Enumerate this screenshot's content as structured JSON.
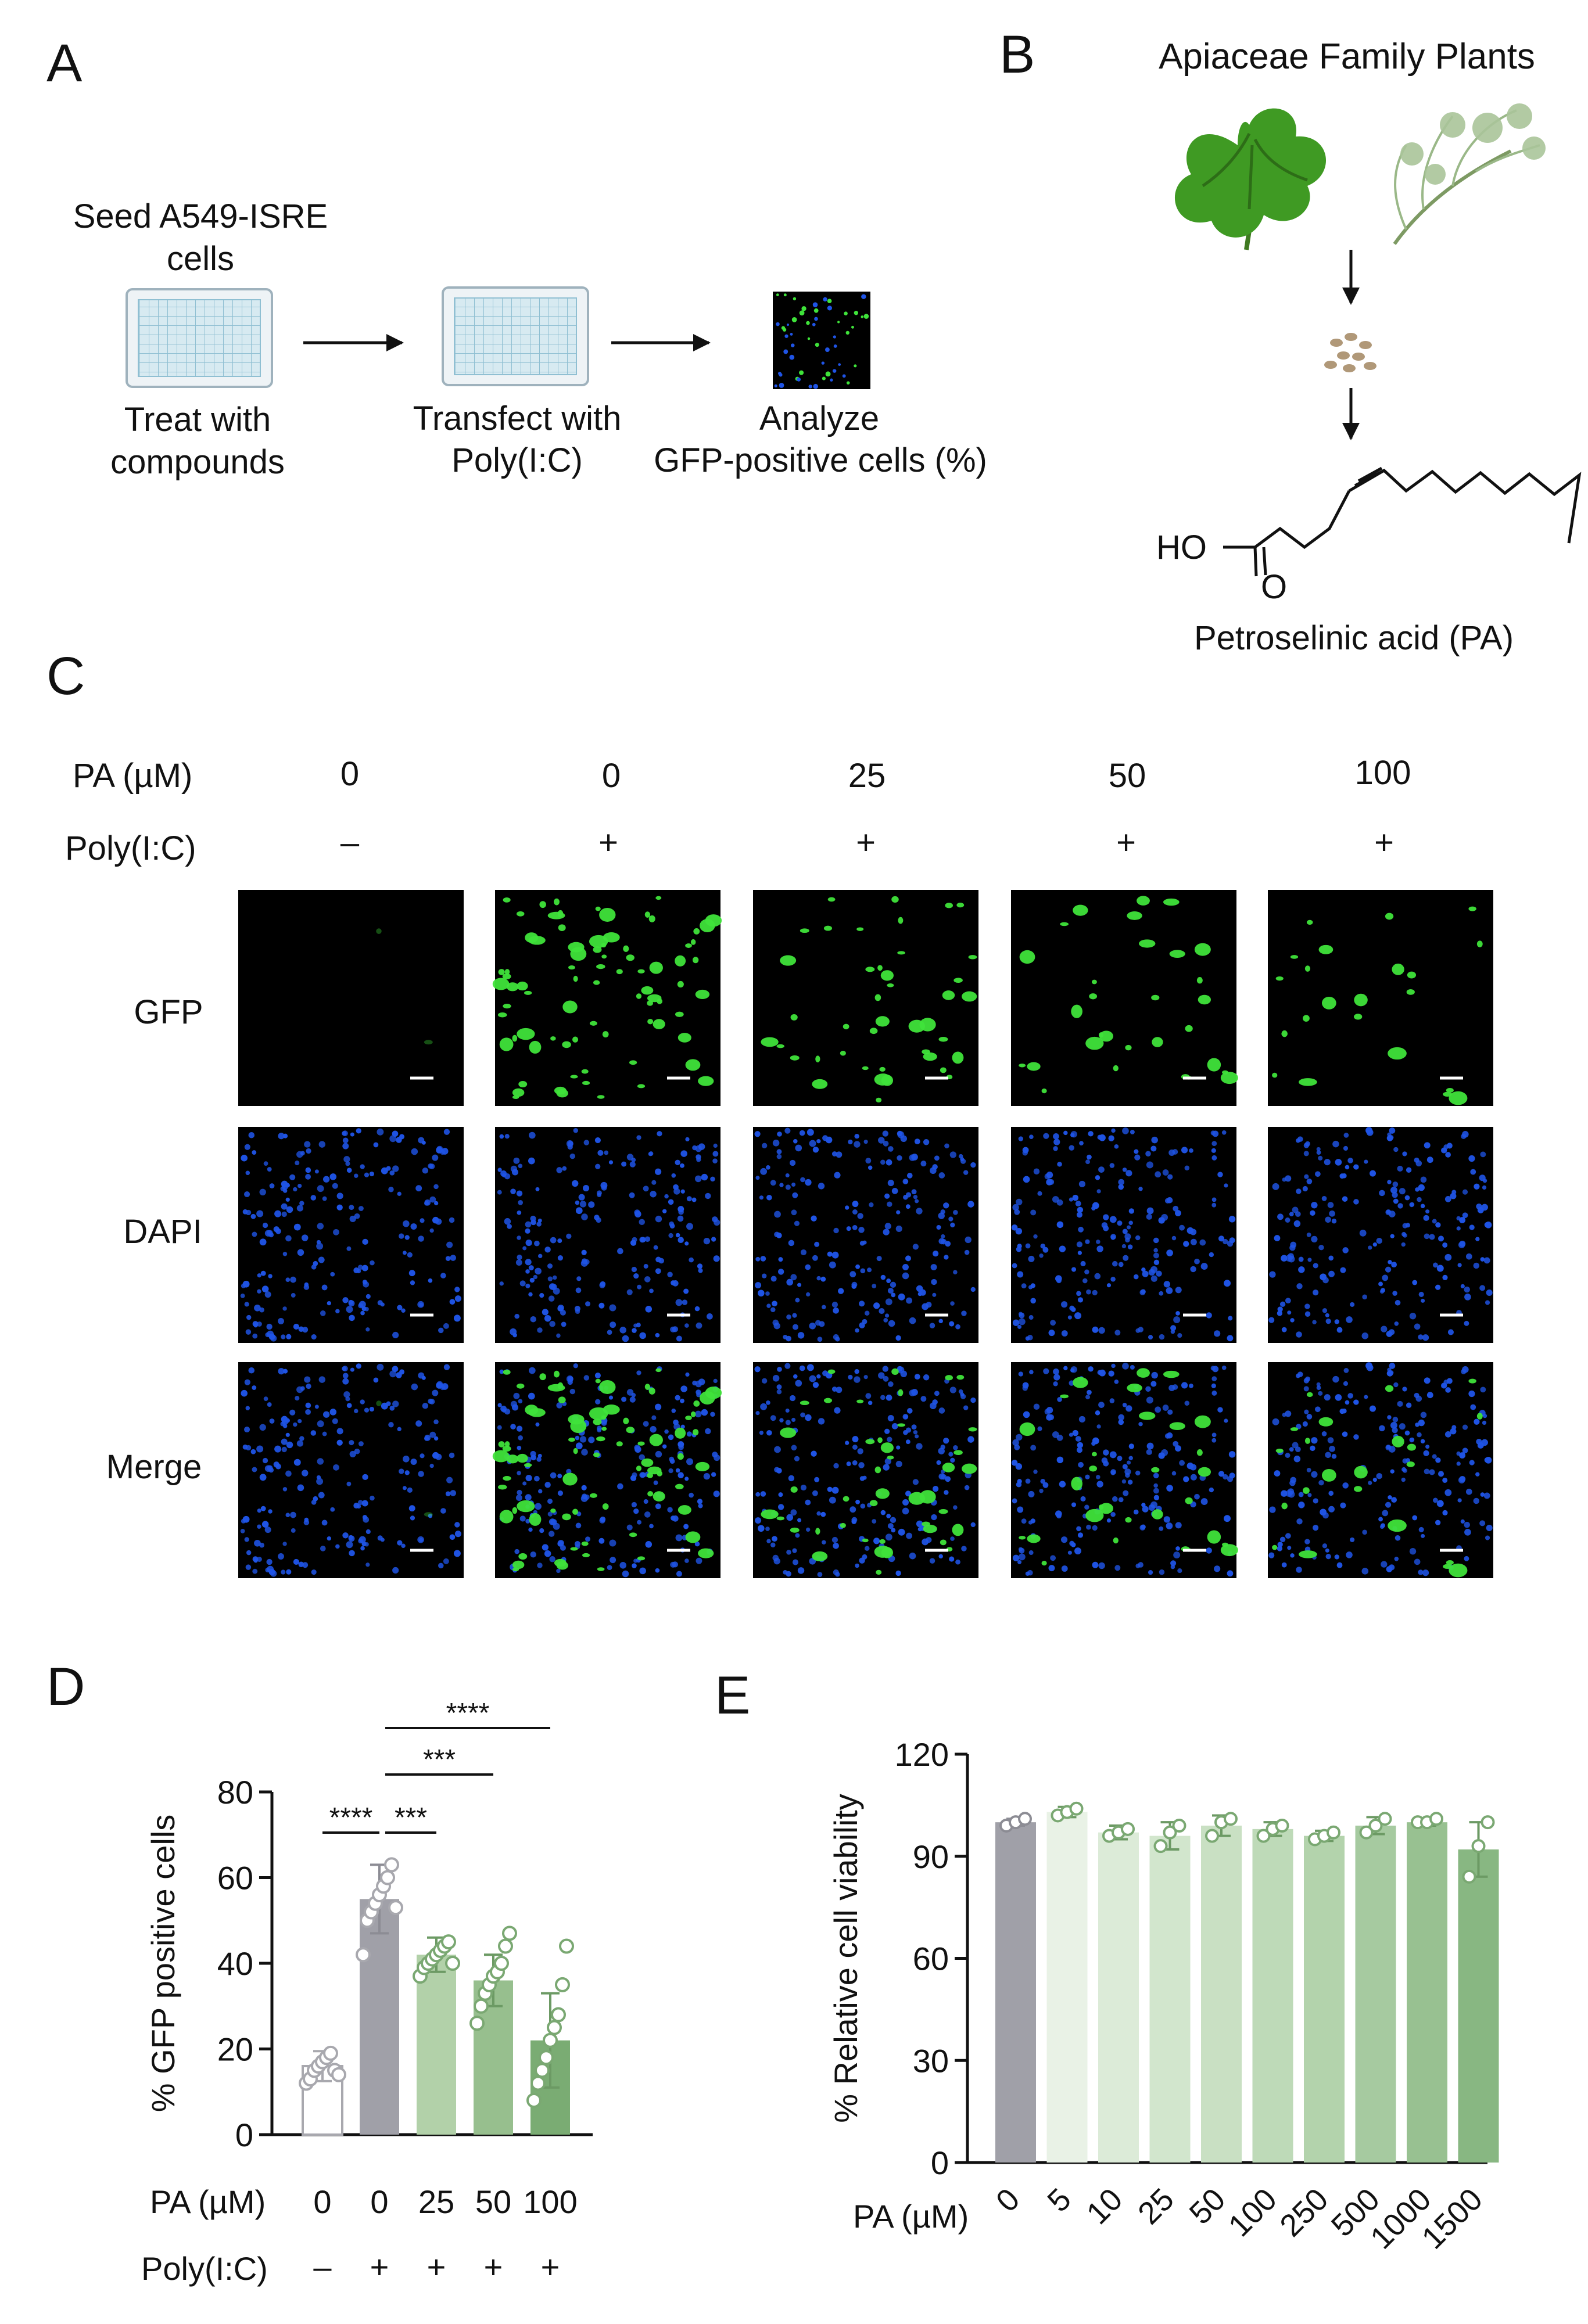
{
  "panels": {
    "A": {
      "letter": "A",
      "step1_title": [
        "Seed A549-ISRE",
        "cells"
      ],
      "step1_sub": [
        "Treat with",
        "compounds"
      ],
      "step2_sub": [
        "Transfect with",
        "Poly(I:C)"
      ],
      "step3_sub": [
        "Analyze",
        "GFP-positive cells (%)"
      ]
    },
    "B": {
      "letter": "B",
      "title": "Apiaceae Family Plants",
      "ho": "HO",
      "o": "O",
      "compound": "Petroselinic acid (PA)"
    },
    "C": {
      "letter": "C",
      "pa_label": "PA (µM)",
      "polyic_label": "Poly(I:C)",
      "pa_values": [
        "0",
        "0",
        "25",
        "50",
        "100"
      ],
      "polyic_values": [
        "–",
        "+",
        "+",
        "+",
        "+"
      ],
      "row_labels": [
        "GFP",
        "DAPI",
        "Merge"
      ]
    },
    "D": {
      "letter": "D"
    },
    "E": {
      "letter": "E"
    }
  },
  "colors": {
    "gray": "#a0a0a8",
    "pointGray": "#a8a8ae",
    "gfp": "#3fe33a",
    "dapi": "#1f54e6",
    "greens": [
      "#e9f2e6",
      "#dcebd8",
      "#d2e6cd",
      "#c9e0c3",
      "#bedab8",
      "#b3d3ac",
      "#a6caa0",
      "#98c191",
      "#88b782",
      "#7aac73"
    ]
  },
  "chart_data": [
    {
      "panel": "D",
      "type": "bar",
      "ylabel": "% GFP positive cells",
      "ylim": [
        0,
        80
      ],
      "yticks": [
        0,
        20,
        40,
        60,
        80
      ],
      "row_labels": [
        "PA (µM)",
        "Poly(I:C)"
      ],
      "categories": [
        "0",
        "0",
        "25",
        "50",
        "100"
      ],
      "polyic": [
        "–",
        "+",
        "+",
        "+",
        "+"
      ],
      "values": [
        16,
        55,
        42,
        36,
        22
      ],
      "errors": [
        3.5,
        8,
        4,
        6,
        11
      ],
      "points": [
        [
          12,
          13,
          15,
          16,
          17,
          18,
          19,
          15,
          14
        ],
        [
          42,
          50,
          52,
          54,
          56,
          58,
          60,
          63,
          53
        ],
        [
          37,
          39,
          40,
          41,
          42,
          43,
          44,
          45,
          40
        ],
        [
          26,
          30,
          33,
          35,
          37,
          38,
          40,
          44,
          47
        ],
        [
          8,
          12,
          15,
          18,
          22,
          25,
          28,
          35,
          44
        ]
      ],
      "significance": [
        {
          "from": 0,
          "to": 1,
          "label": "****"
        },
        {
          "from": 1,
          "to": 2,
          "label": "***"
        },
        {
          "from": 1,
          "to": 3,
          "label": "***"
        },
        {
          "from": 1,
          "to": 4,
          "label": "****"
        }
      ]
    },
    {
      "panel": "E",
      "type": "bar",
      "ylabel": "% Relative cell viability",
      "xlabel_prefix": "PA (µM)",
      "ylim": [
        0,
        120
      ],
      "yticks": [
        0,
        30,
        60,
        90,
        120
      ],
      "categories": [
        "0",
        "5",
        "10",
        "25",
        "50",
        "100",
        "250",
        "500",
        "1000",
        "1500"
      ],
      "values": [
        100,
        103,
        97,
        96,
        99,
        98,
        96,
        99,
        100,
        92
      ],
      "errors": [
        1,
        1.5,
        2,
        4,
        3,
        2,
        1.5,
        2.5,
        1,
        8
      ],
      "points": [
        [
          99,
          100,
          101
        ],
        [
          102,
          103,
          104
        ],
        [
          96,
          97,
          98
        ],
        [
          93,
          97,
          99
        ],
        [
          96,
          100,
          101
        ],
        [
          96,
          98,
          99
        ],
        [
          95,
          96,
          97
        ],
        [
          97,
          99,
          101
        ],
        [
          100,
          100,
          101
        ],
        [
          84,
          93,
          100
        ]
      ]
    }
  ]
}
